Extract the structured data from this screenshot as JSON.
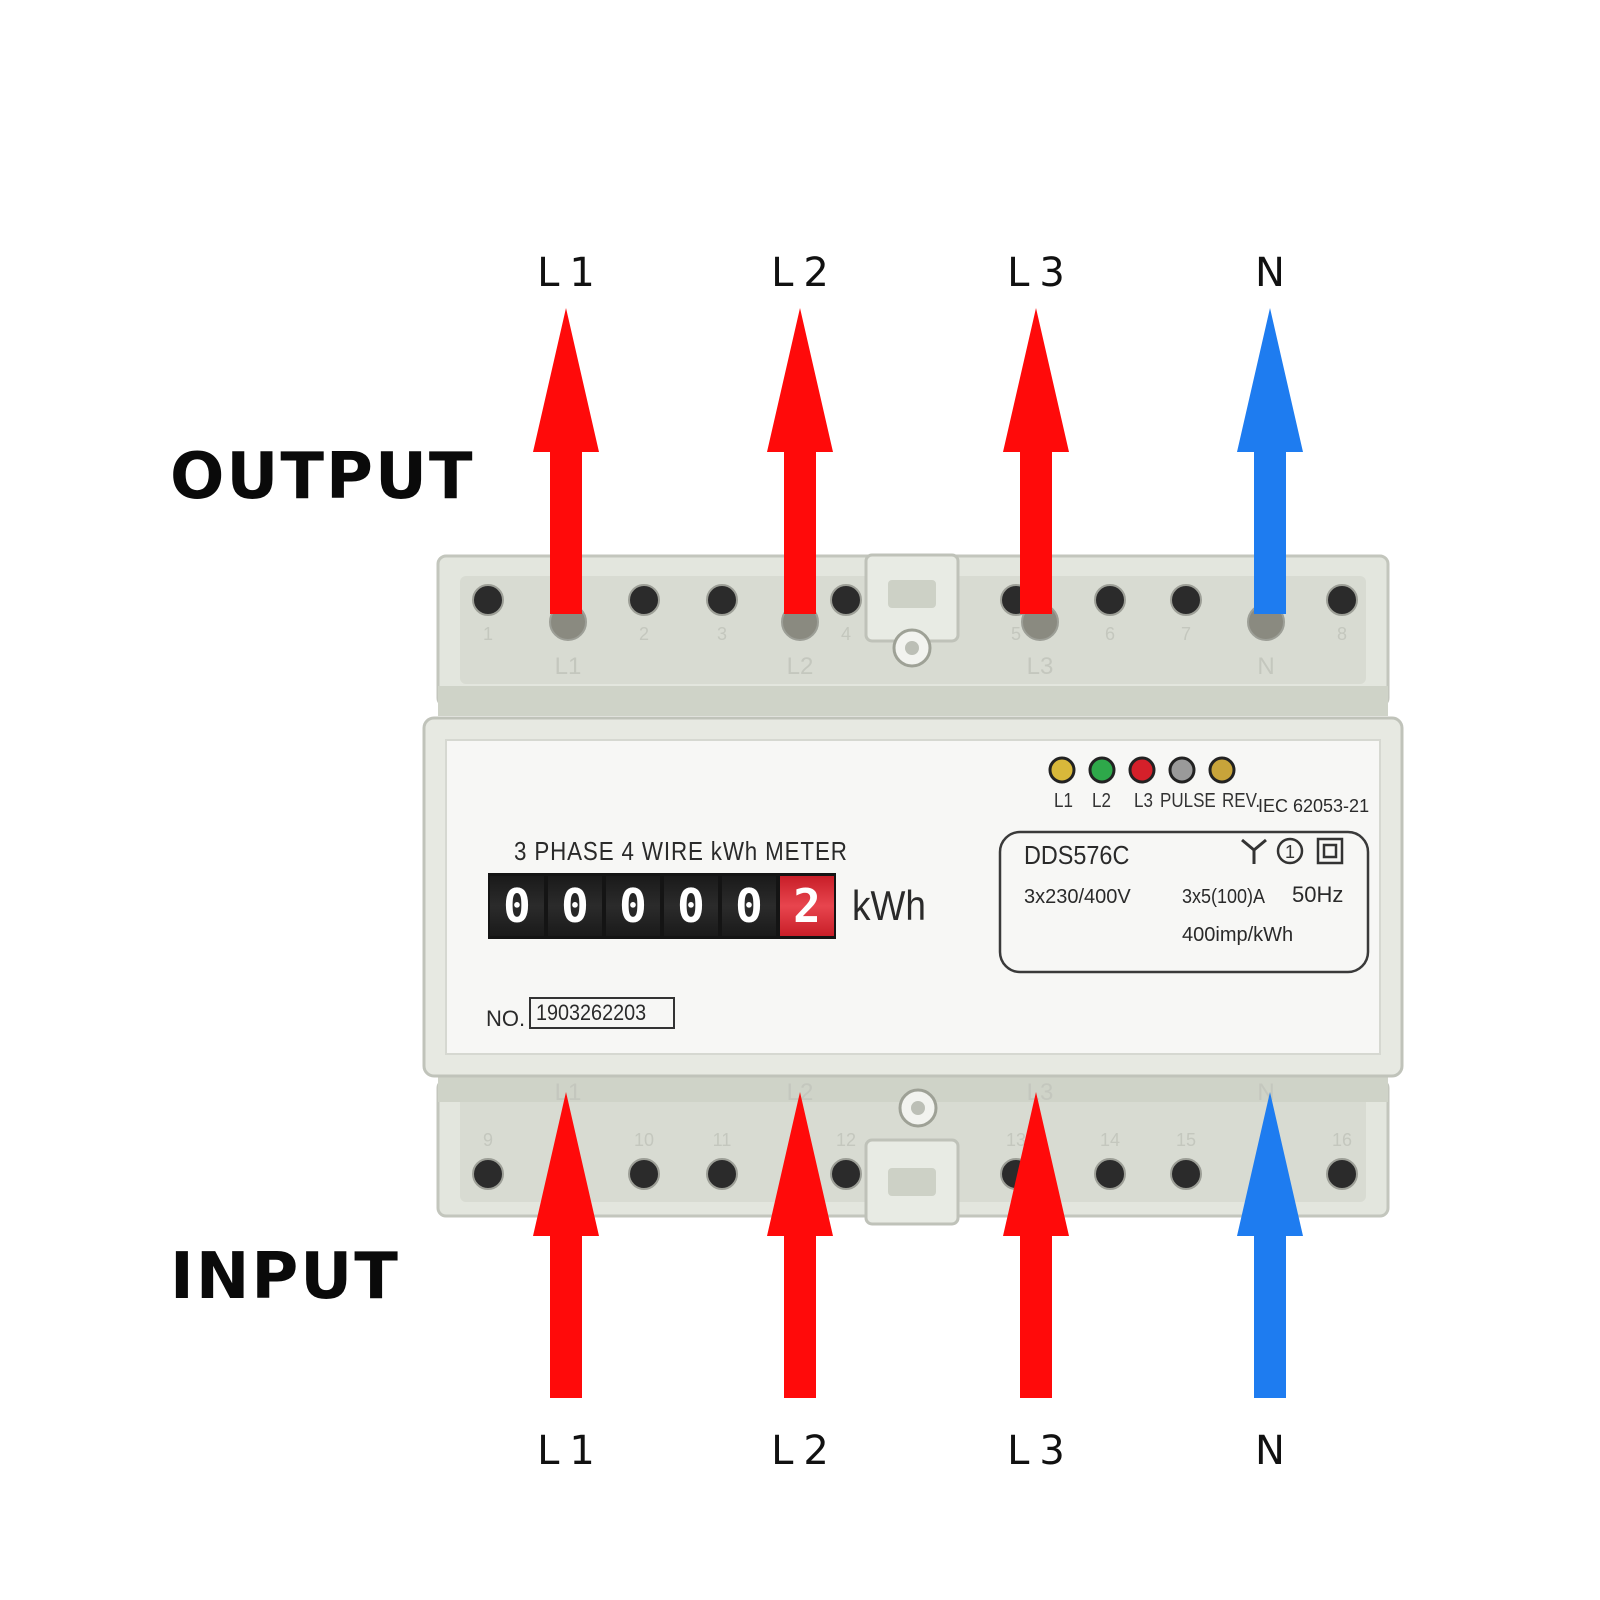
{
  "labels": {
    "output": "OUTPUT",
    "input": "INPUT",
    "top_lines": [
      "L1",
      "L2",
      "L3",
      "N"
    ],
    "bottom_lines": [
      "L1",
      "L2",
      "L3",
      "N"
    ]
  },
  "meter": {
    "title": "3 PHASE 4 WIRE kWh METER",
    "digits": [
      "0",
      "0",
      "0",
      "0",
      "0",
      "2"
    ],
    "unit": "kWh",
    "serial_prefix": "NO.",
    "serial": "1903262203",
    "model": "DDS576C",
    "voltage": "3x230/400V",
    "current": "3x5(100)A",
    "frequency": "50Hz",
    "impulse": "400imp/kWh",
    "standard": "IEC 62053-21",
    "leds": [
      "L1",
      "L2",
      "L3",
      "PULSE",
      "REV."
    ],
    "top_terminals": [
      "1",
      "L1",
      "2",
      "3",
      "L2",
      "4",
      "5",
      "L3",
      "6",
      "7",
      "N",
      "8"
    ],
    "bottom_terminals": [
      "9",
      "L1",
      "10",
      "11",
      "L2",
      "12",
      "13",
      "L3",
      "14",
      "15",
      "N",
      "16"
    ]
  },
  "colors": {
    "phase_arrow": "#ff0a0a",
    "neutral_arrow": "#1e7cf0",
    "led_l1": "#d8b83a",
    "led_l2": "#2ea84a",
    "led_l3": "#d4202a",
    "led_pulse": "#9a9a9a",
    "led_rev": "#c8a43a"
  }
}
